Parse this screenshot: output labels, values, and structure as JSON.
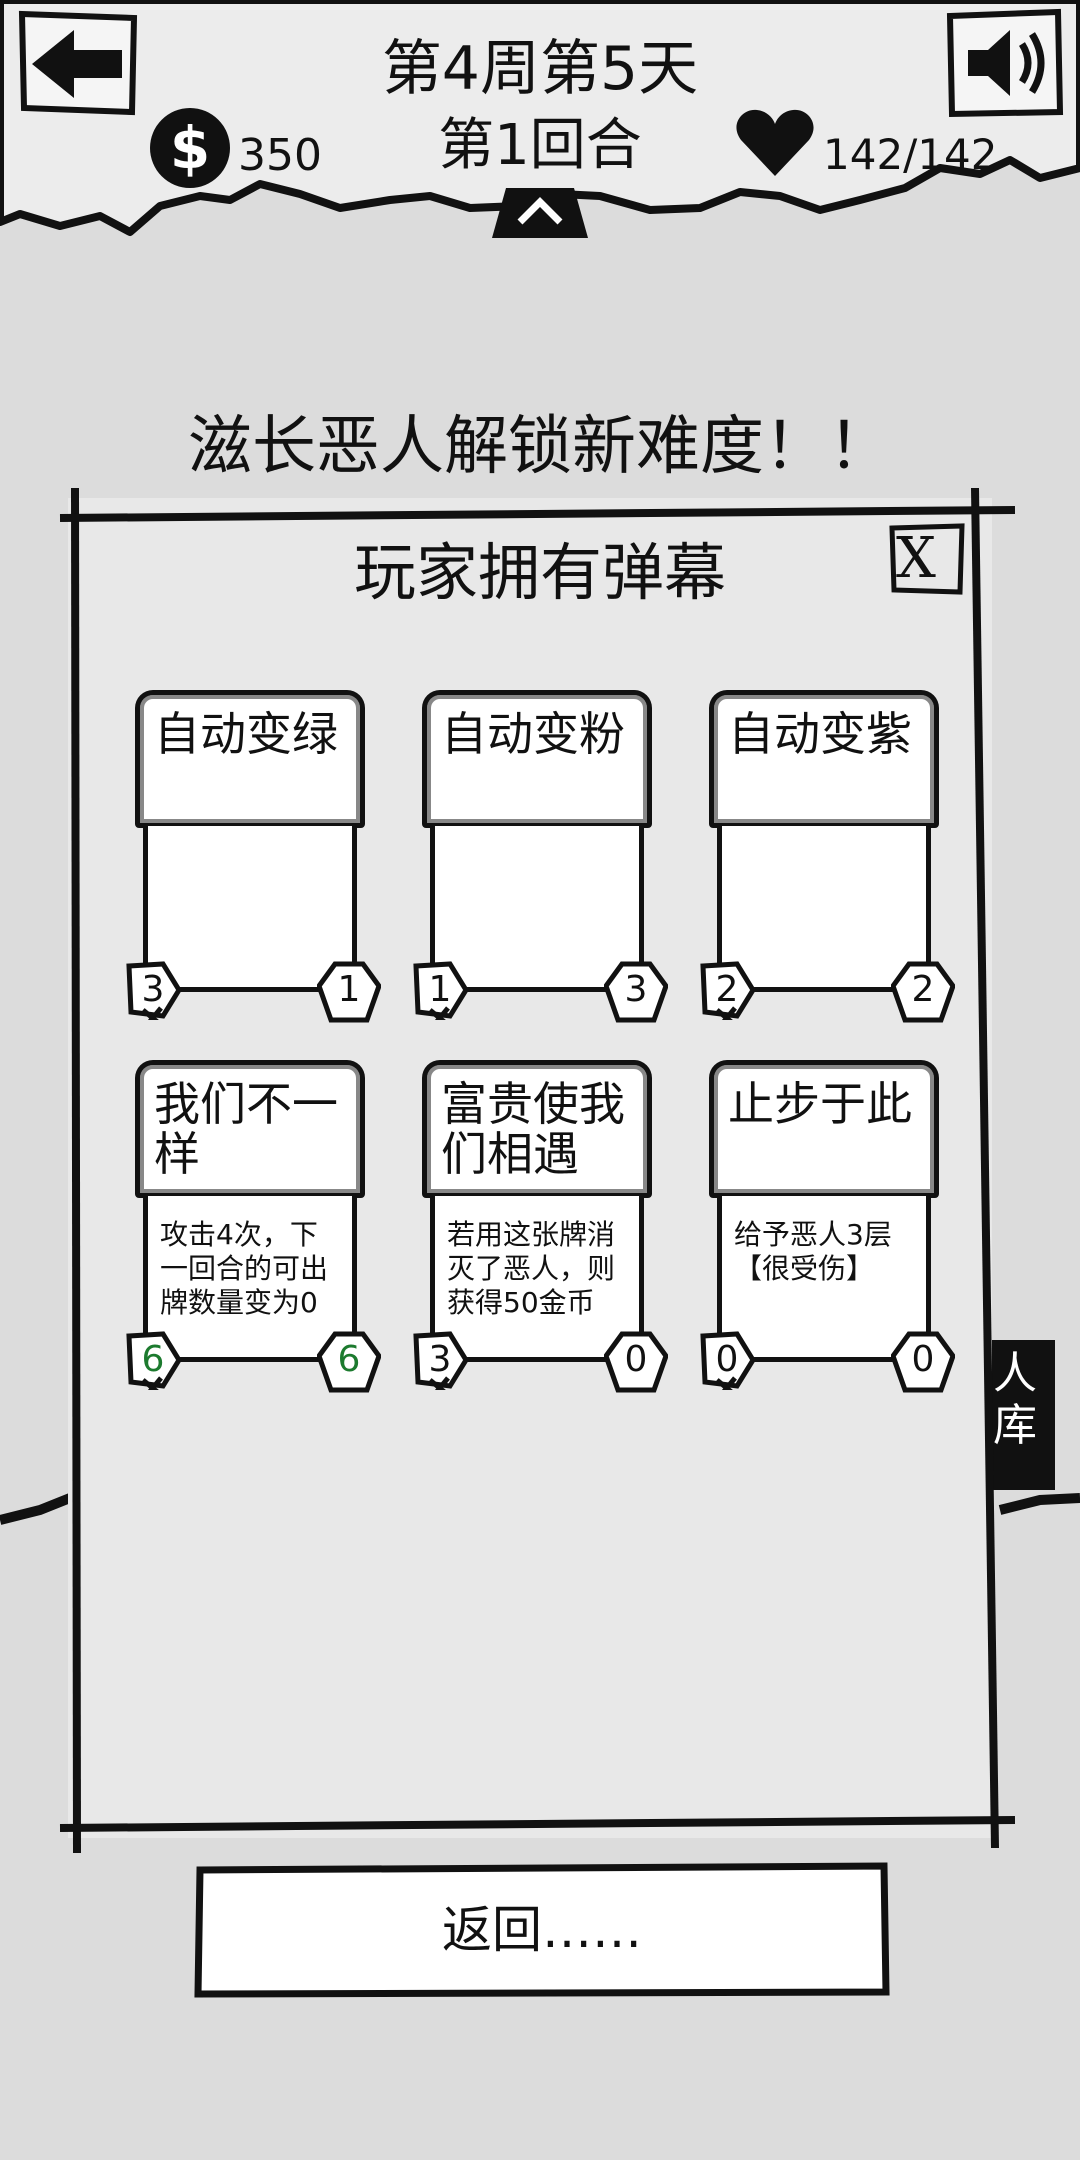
{
  "header": {
    "week_day": "第4周第5天",
    "round": "第1回合",
    "money": "350",
    "money_symbol": "$",
    "health": "142/142"
  },
  "unlock_message": "滋长恶人解锁新难度！！",
  "side_tab": {
    "line1": "人",
    "line2": "库"
  },
  "panel": {
    "title": "玩家拥有弹幕",
    "close_label": "X",
    "cards": [
      {
        "title": "自动变绿",
        "desc": "",
        "cost": "3",
        "power": "1",
        "highlight": false
      },
      {
        "title": "自动变粉",
        "desc": "",
        "cost": "1",
        "power": "3",
        "highlight": false
      },
      {
        "title": "自动变紫",
        "desc": "",
        "cost": "2",
        "power": "2",
        "highlight": false
      },
      {
        "title": "我们不一样",
        "desc": "攻击4次，下一回合的可出牌数量变为0",
        "cost": "6",
        "power": "6",
        "highlight": true
      },
      {
        "title": "富贵使我们相遇",
        "desc": "若用这张牌消灭了恶人，则获得50金币",
        "cost": "3",
        "power": "0",
        "highlight": false
      },
      {
        "title": "止步于此",
        "desc": "给予恶人3层【很受伤】",
        "cost": "0",
        "power": "0",
        "highlight": false
      }
    ]
  },
  "return_button": "返回……",
  "colors": {
    "background": "#dcdcdc",
    "ink": "#111111",
    "highlight_number": "#1c7a2e"
  }
}
